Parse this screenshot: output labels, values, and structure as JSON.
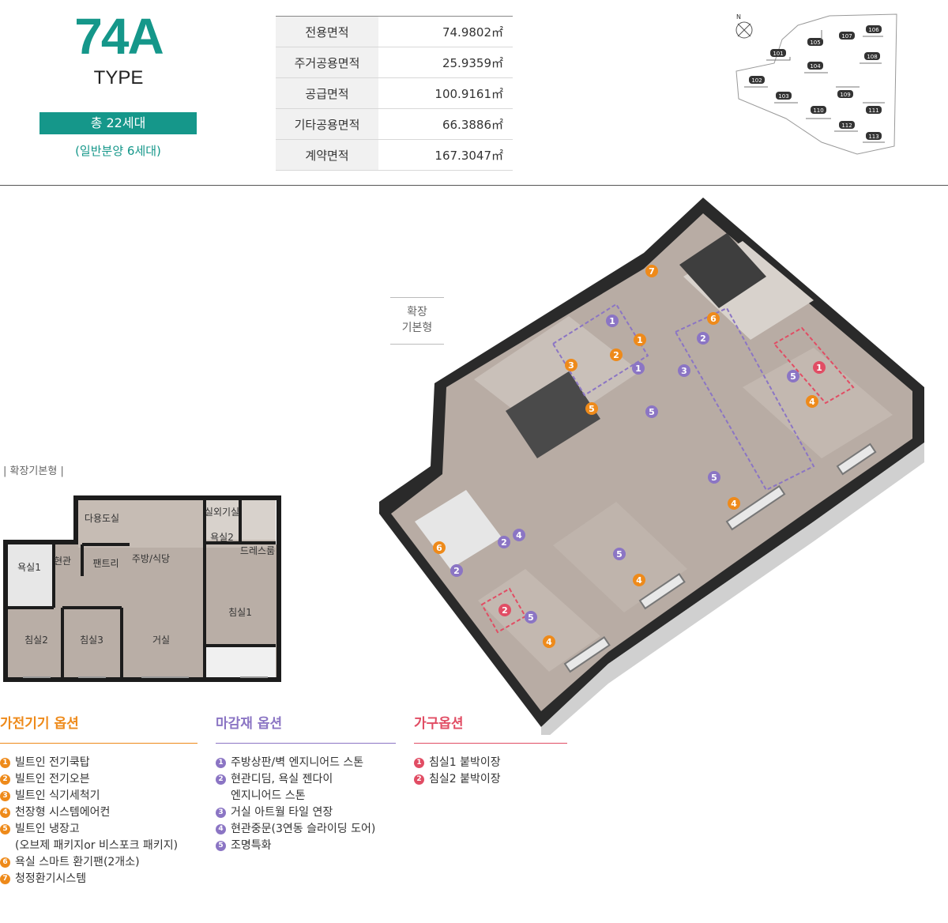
{
  "header": {
    "type_code": "74A",
    "type_label": "TYPE",
    "units_total": "총 22세대",
    "units_general": "(일반분양 6세대)"
  },
  "area_table": [
    {
      "label": "전용면적",
      "value": "74.9802㎡"
    },
    {
      "label": "주거공용면적",
      "value": "25.9359㎡"
    },
    {
      "label": "공급면적",
      "value": "100.9161㎡"
    },
    {
      "label": "기타공용면적",
      "value": "66.3886㎡"
    },
    {
      "label": "계약면적",
      "value": "167.3047㎡"
    }
  ],
  "site_map": {
    "compass": "N",
    "buildings": [
      "101",
      "102",
      "103",
      "104",
      "105",
      "106",
      "107",
      "108",
      "109",
      "110",
      "111",
      "112",
      "113"
    ]
  },
  "iso_plan": {
    "label_line1": "확장",
    "label_line2": "기본형",
    "markers": [
      "1",
      "2",
      "3",
      "4",
      "5",
      "6",
      "7"
    ]
  },
  "floor_plan": {
    "caption": "| 확장기본형 |",
    "rooms": [
      "다용도실",
      "실외기실",
      "욕실2",
      "드레스룸",
      "욕실1",
      "현관",
      "팬트리",
      "주방/식당",
      "침실1",
      "침실2",
      "침실3",
      "거실"
    ]
  },
  "legends": {
    "appliance": {
      "title": "가전기기 옵션",
      "color": "#ee8a1a",
      "items": [
        {
          "n": "1",
          "text": "빌트인 전기쿡탑"
        },
        {
          "n": "2",
          "text": "빌트인 전기오븐"
        },
        {
          "n": "3",
          "text": "빌트인 식기세척기"
        },
        {
          "n": "4",
          "text": "천장형 시스템에어컨"
        },
        {
          "n": "5",
          "text": "빌트인 냉장고"
        },
        {
          "n": "",
          "text": "(오브제 패키지or 비스포크 패키지)"
        },
        {
          "n": "6",
          "text": "욕실 스마트 환기팬(2개소)"
        },
        {
          "n": "7",
          "text": "청정환기시스템"
        }
      ]
    },
    "finish": {
      "title": "마감재 옵션",
      "color": "#8b75c4",
      "items": [
        {
          "n": "1",
          "text": "주방상판/벽 엔지니어드 스톤"
        },
        {
          "n": "2",
          "text": "현관디딤, 욕실 젠다이"
        },
        {
          "n": "",
          "text": "엔지니어드 스톤"
        },
        {
          "n": "3",
          "text": "거실 아트월 타일 연장"
        },
        {
          "n": "4",
          "text": "현관중문(3연동 슬라이딩 도어)"
        },
        {
          "n": "5",
          "text": "조명특화"
        }
      ]
    },
    "furniture": {
      "title": "가구옵션",
      "color": "#e14d64",
      "items": [
        {
          "n": "1",
          "text": "침실1 붙박이장"
        },
        {
          "n": "2",
          "text": "침실2 붙박이장"
        }
      ]
    }
  }
}
